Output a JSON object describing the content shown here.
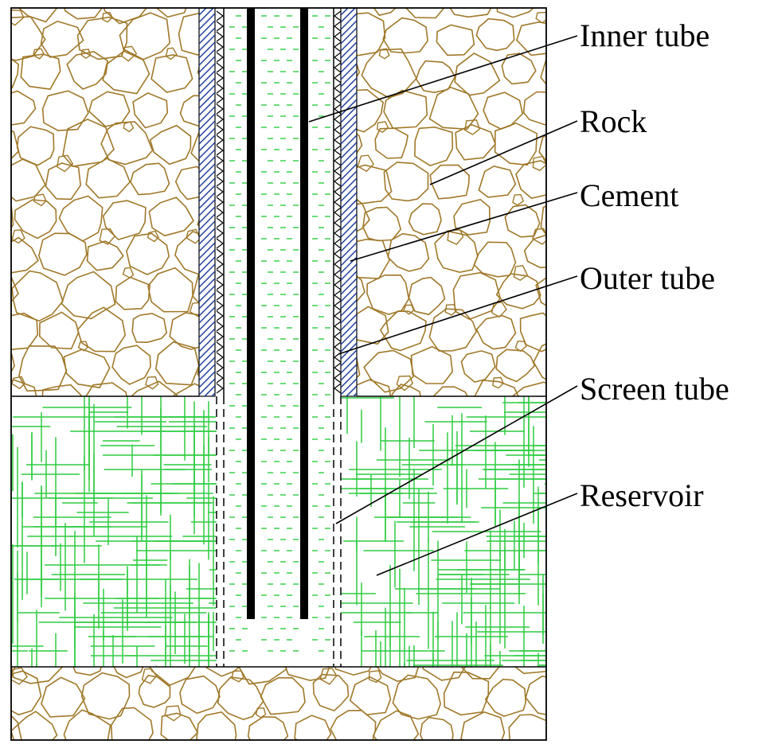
{
  "labels": {
    "inner_tube": "Inner tube",
    "rock": "Rock",
    "cement": "Cement",
    "outer_tube": "Outer tube",
    "screen_tube": "Screen tube",
    "reservoir": "Reservoir"
  },
  "colors": {
    "rock_outline": "#a0792a",
    "reservoir_lines": "#2ecc40",
    "fluid_dashes": "#2ecc40",
    "cement_hatch": "#1a3a9c",
    "tube": "#000000",
    "frame": "#000000"
  }
}
